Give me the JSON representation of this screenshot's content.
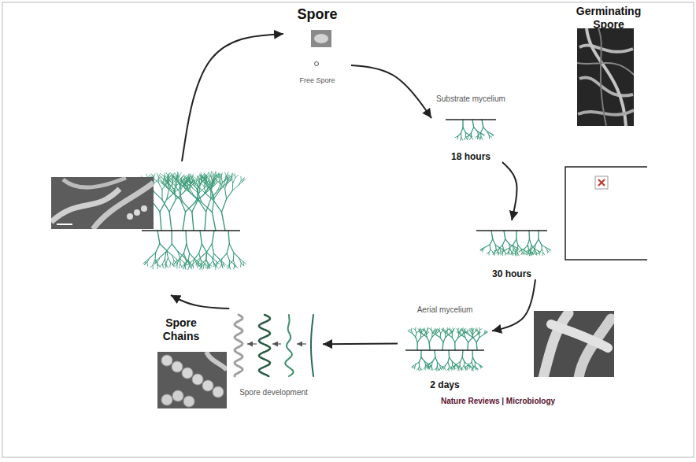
{
  "diagram": {
    "nodes": [
      {
        "text": [
          "Spore",
          "Free Spore"
        ]
      },
      {
        "text": [
          "Substrate mycelium",
          "18 hours"
        ]
      },
      {
        "text": [
          "30 hours"
        ]
      },
      {
        "text": [
          "Aerial mycelium",
          "2 days"
        ]
      },
      {
        "text": [
          "Spore development"
        ]
      },
      {
        "text": []
      }
    ],
    "edges": [
      {
        "from": 0,
        "to": 1,
        "arrow": "to"
      },
      {
        "from": 1,
        "to": 2,
        "arrow": "to"
      },
      {
        "from": 2,
        "to": 3,
        "arrow": "to"
      },
      {
        "from": 3,
        "to": 4,
        "arrow": "to"
      },
      {
        "from": 4,
        "to": 5,
        "arrow": "to"
      },
      {
        "from": 5,
        "to": 0,
        "arrow": "to"
      }
    ],
    "labels": [
      "Germinating Spore",
      "Spore Chains",
      "Nature Reviews | Microbiology"
    ]
  }
}
